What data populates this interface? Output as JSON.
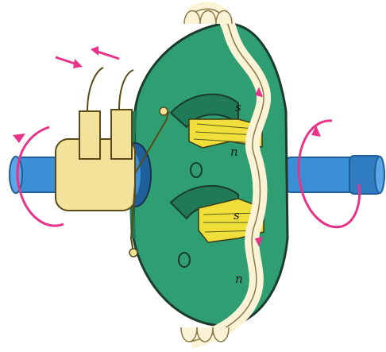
{
  "colors": {
    "rotor_body": "#2f9e73",
    "rotor_dark": "#1f7a55",
    "rotor_outline": "#1b3b2e",
    "shaft": "#3b8fd6",
    "shaft_dark": "#1f5f9a",
    "brush_holder": "#f3e39a",
    "winding": "#f0de3a",
    "current_band": "#fbf3d6",
    "arrow": "#e8338a"
  },
  "icons": {
    "rotation_left": "curved-arrow-icon",
    "rotation_right": "curved-arrow-icon",
    "current_in": "arrow-icon",
    "current_out": "arrow-icon"
  },
  "labels": {
    "pole_s_top": "s",
    "pole_n_mid": "n",
    "pole_s_low": "s",
    "pole_n_bottom": "n"
  }
}
